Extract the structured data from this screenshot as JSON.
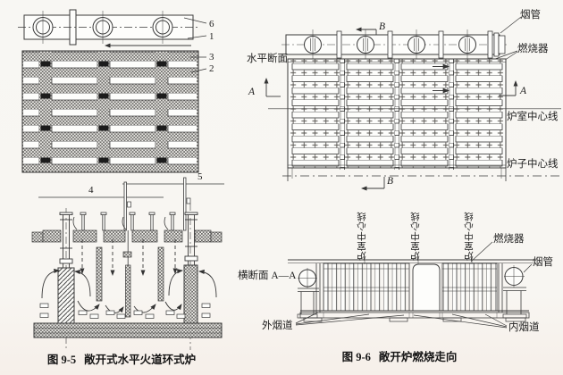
{
  "fig95": {
    "caption_no": "图 9-5",
    "caption_title": "敞开式水平火道环式炉",
    "parts": {
      "n1": "1",
      "n2": "2",
      "n3": "3",
      "n4": "4",
      "n5": "5",
      "n6": "6"
    }
  },
  "fig96": {
    "caption_no": "图 9-6",
    "caption_title": "敞开炉燃烧走向",
    "section_b": "B",
    "section_a": "A",
    "horizontal_section": "水平断面",
    "cross_section": "横断面 A—A",
    "smoke_pipe": "烟管",
    "burner": "燃烧器",
    "chamber_centerline": "炉室中心线",
    "furnace_centerline": "炉子中心线",
    "outer_flue": "外烟道",
    "inner_flue": "内烟道"
  }
}
